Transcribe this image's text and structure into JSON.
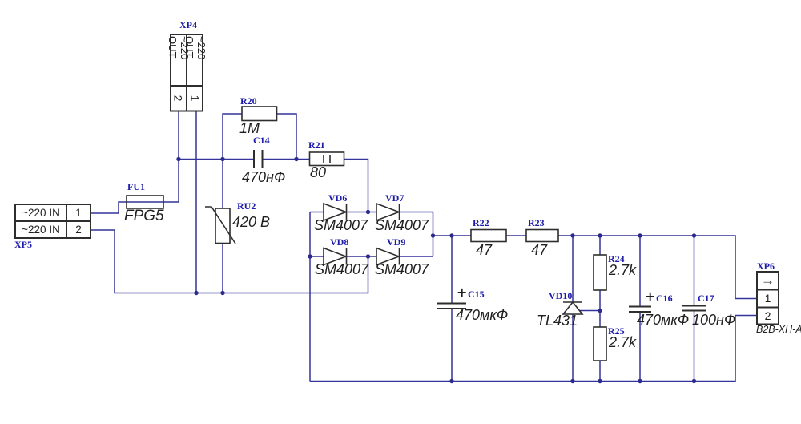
{
  "colors": {
    "wire": "#34349a",
    "symbol_outline": "#2e2e2e",
    "ref_label": "#1c1ca8",
    "value_label": "#1f1f1f",
    "background": "#ffffff"
  },
  "connectors": {
    "xp4": {
      "ref": "XP4",
      "pin2_label": "~220 OUT",
      "pin1_label": "~220 OUT",
      "pin2_num": "2",
      "pin1_num": "1"
    },
    "xp5": {
      "ref": "XP5",
      "row1_label": "~220 IN",
      "row1_num": "1",
      "row2_label": "~220 IN",
      "row2_num": "2"
    },
    "xp6": {
      "ref": "XP6",
      "arrow": "→",
      "pin1_num": "1",
      "pin2_num": "2",
      "part": "B2B-XH-A"
    }
  },
  "components": {
    "fu1": {
      "ref": "FU1",
      "value": "FPG5"
    },
    "r20": {
      "ref": "R20",
      "value": "1M"
    },
    "c14": {
      "ref": "C14",
      "value": "470нФ"
    },
    "r21": {
      "ref": "R21",
      "value": "80"
    },
    "ru2": {
      "ref": "RU2",
      "value": "420 В"
    },
    "vd6": {
      "ref": "VD6",
      "value": "SM4007"
    },
    "vd7": {
      "ref": "VD7",
      "value": "SM4007"
    },
    "vd8": {
      "ref": "VD8",
      "value": "SM4007"
    },
    "vd9": {
      "ref": "VD9",
      "value": "SM4007"
    },
    "r22": {
      "ref": "R22",
      "value": "47"
    },
    "r23": {
      "ref": "R23",
      "value": "47"
    },
    "c15": {
      "ref": "C15",
      "value": "470мкФ",
      "polarity": "+"
    },
    "vd10": {
      "ref": "VD10",
      "value": "TL431"
    },
    "r24": {
      "ref": "R24",
      "value": "2.7k"
    },
    "r25": {
      "ref": "R25",
      "value": "2.7k"
    },
    "c16": {
      "ref": "C16",
      "value": "470мкФ",
      "polarity": "+"
    },
    "c17": {
      "ref": "C17",
      "value": "100нФ"
    }
  }
}
